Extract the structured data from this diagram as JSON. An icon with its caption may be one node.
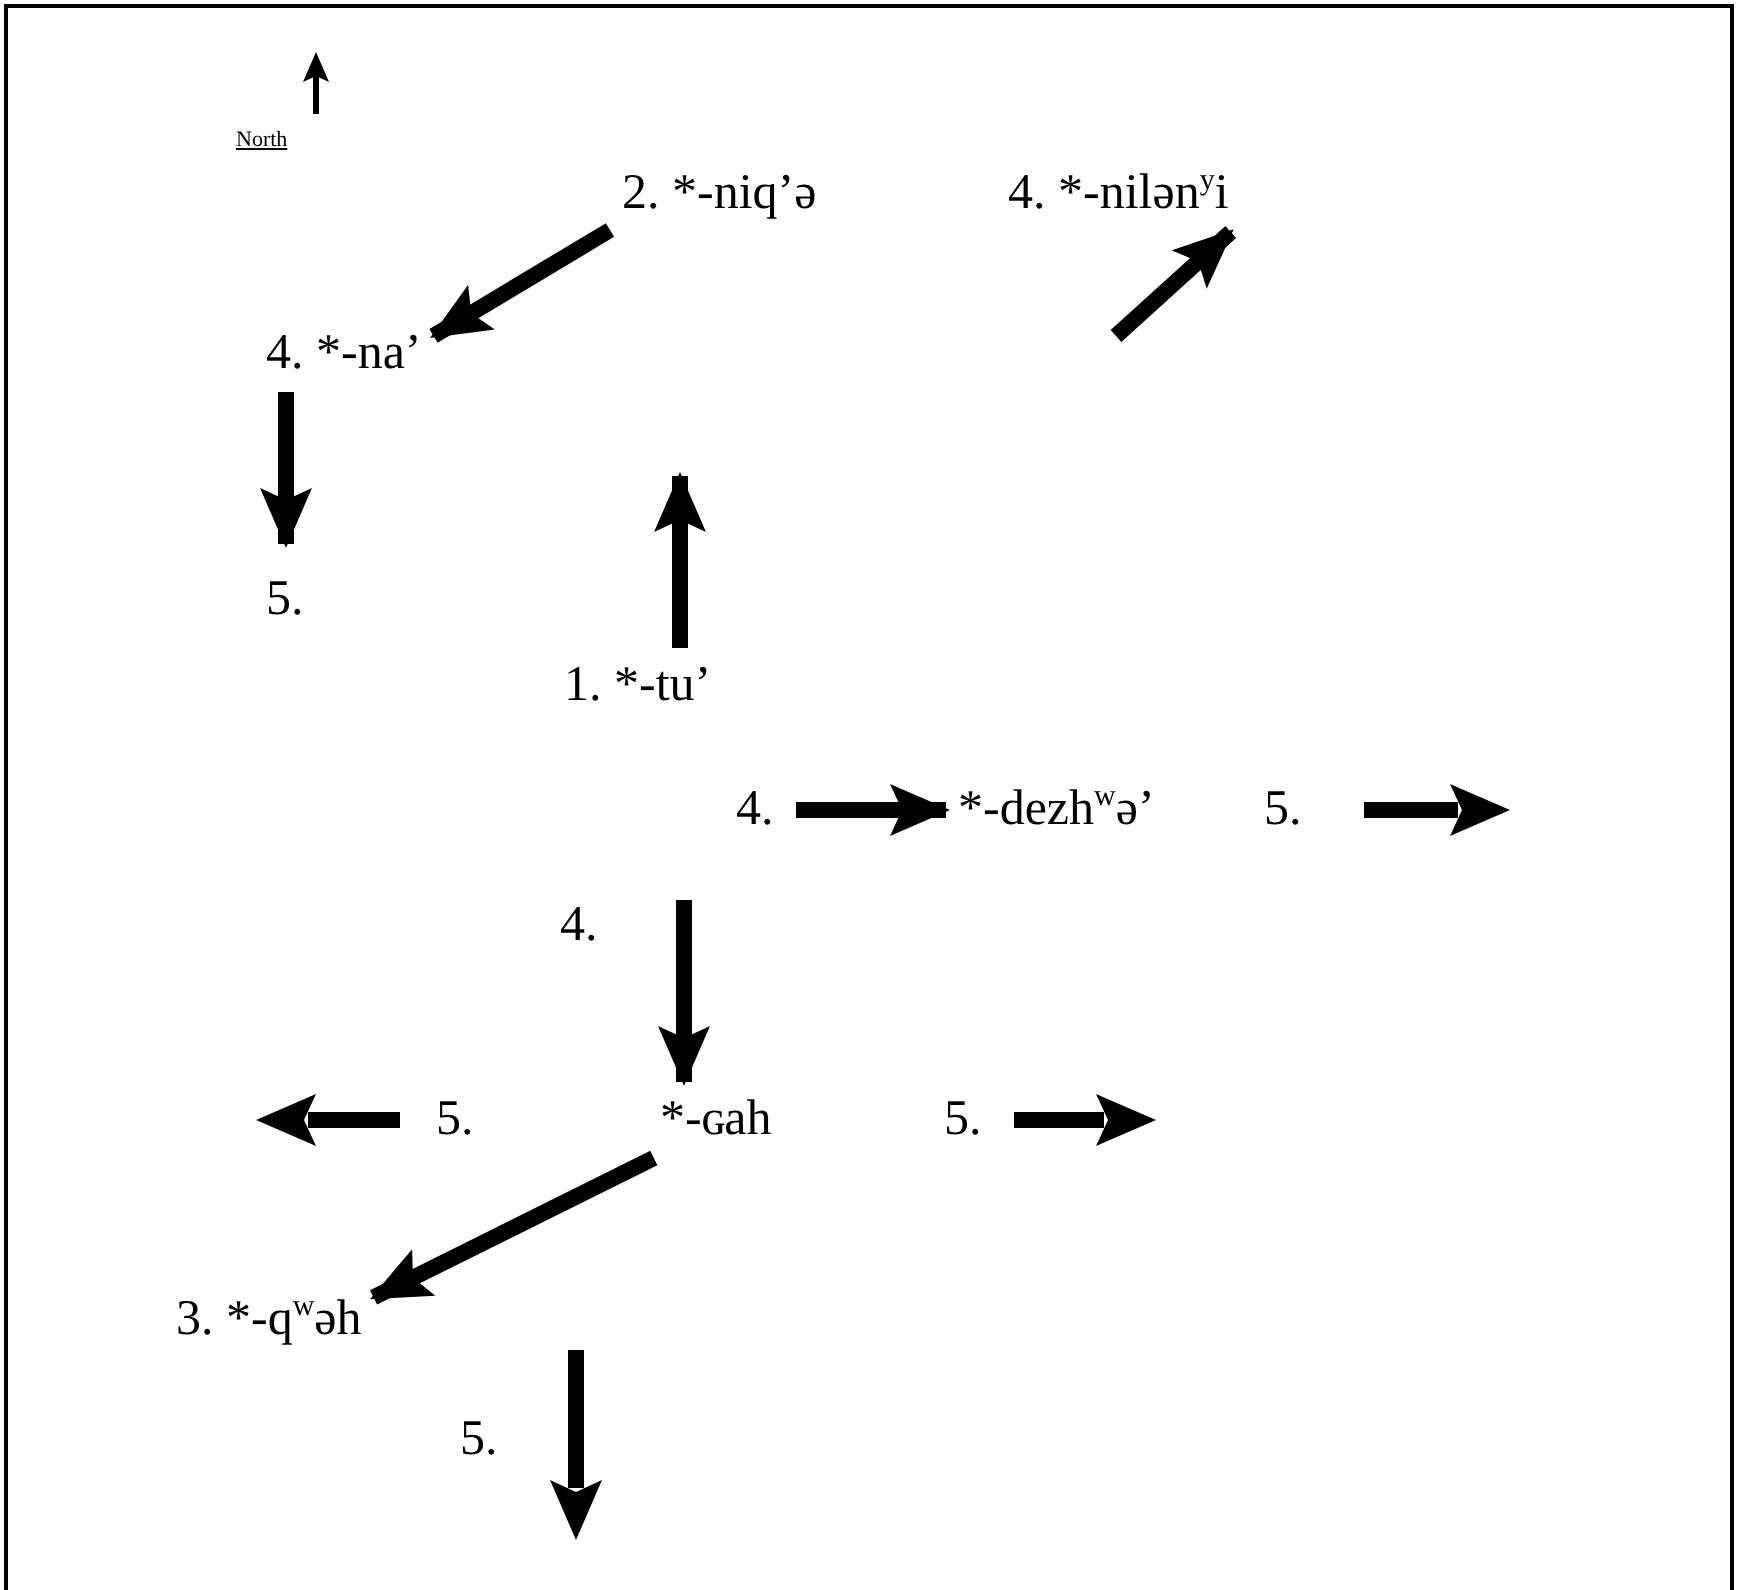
{
  "diagram": {
    "nodes": [
      {
        "text": [
          "2. *-niq’ə"
        ]
      },
      {
        "text": [
          "4. *-nilən$^{y}$i"
        ]
      },
      {
        "text": [
          "4. *-na’"
        ]
      },
      {
        "text": [
          "1. *-tu’"
        ]
      },
      {
        "text": [
          "*-dezh$^{w}$ə’"
        ]
      },
      {
        "text": [
          "*-ɢah"
        ]
      },
      {
        "text": [
          "3. *-q$^{w}$əh"
        ]
      }
    ],
    "edges": [
      {
        "from": 3,
        "to": null,
        "arrow": "to"
      },
      {
        "from": 0,
        "to": 2,
        "arrow": "to"
      },
      {
        "from": null,
        "to": 1,
        "arrow": "to"
      },
      {
        "from": 2,
        "to": null,
        "arrow": "to"
      },
      {
        "from": null,
        "to": 4,
        "arrow": "to"
      },
      {
        "from": null,
        "to": 5,
        "arrow": "to"
      },
      {
        "from": 5,
        "to": 6,
        "arrow": "to"
      }
    ],
    "labels": [
      "North",
      "5.",
      "4.",
      "5.",
      "4.",
      "5.",
      "5.",
      "5."
    ]
  }
}
